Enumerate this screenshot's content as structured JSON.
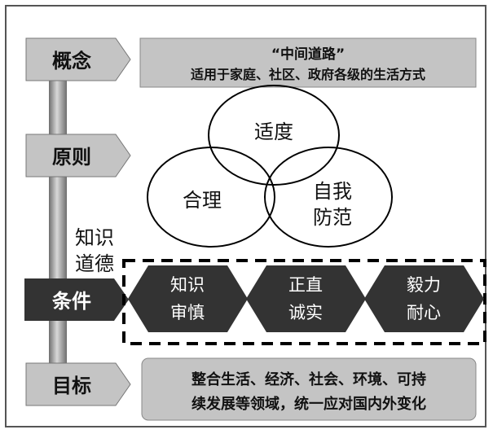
{
  "colors": {
    "tag_fill": "#c4c4c4",
    "tag_dark_fill": "#333333",
    "box_fill": "#c4c4c4",
    "hex_fill": "#333333",
    "circle_stroke": "#000000",
    "pole_fill": "#9a9a9a"
  },
  "tags": {
    "concept": "概念",
    "principle": "原则",
    "condition": "条件",
    "goal": "目标"
  },
  "concept_box": {
    "line1": "“中间道路”",
    "line2": "适用于家庭、社区、政府各级的生活方式"
  },
  "circles": {
    "moderation": "适度",
    "reasonable": "合理",
    "self_immunity": [
      "自我",
      "防范"
    ]
  },
  "knowledge_morality": [
    "知识",
    "道德"
  ],
  "conditions": [
    [
      "知识",
      "审慎"
    ],
    [
      "正直",
      "诚实"
    ],
    [
      "毅力",
      "耐心"
    ]
  ],
  "goal_box": {
    "line1": "整合生活、经济、社会、环境、可持",
    "line2": "续发展等领域，统一应对国内外变化"
  }
}
